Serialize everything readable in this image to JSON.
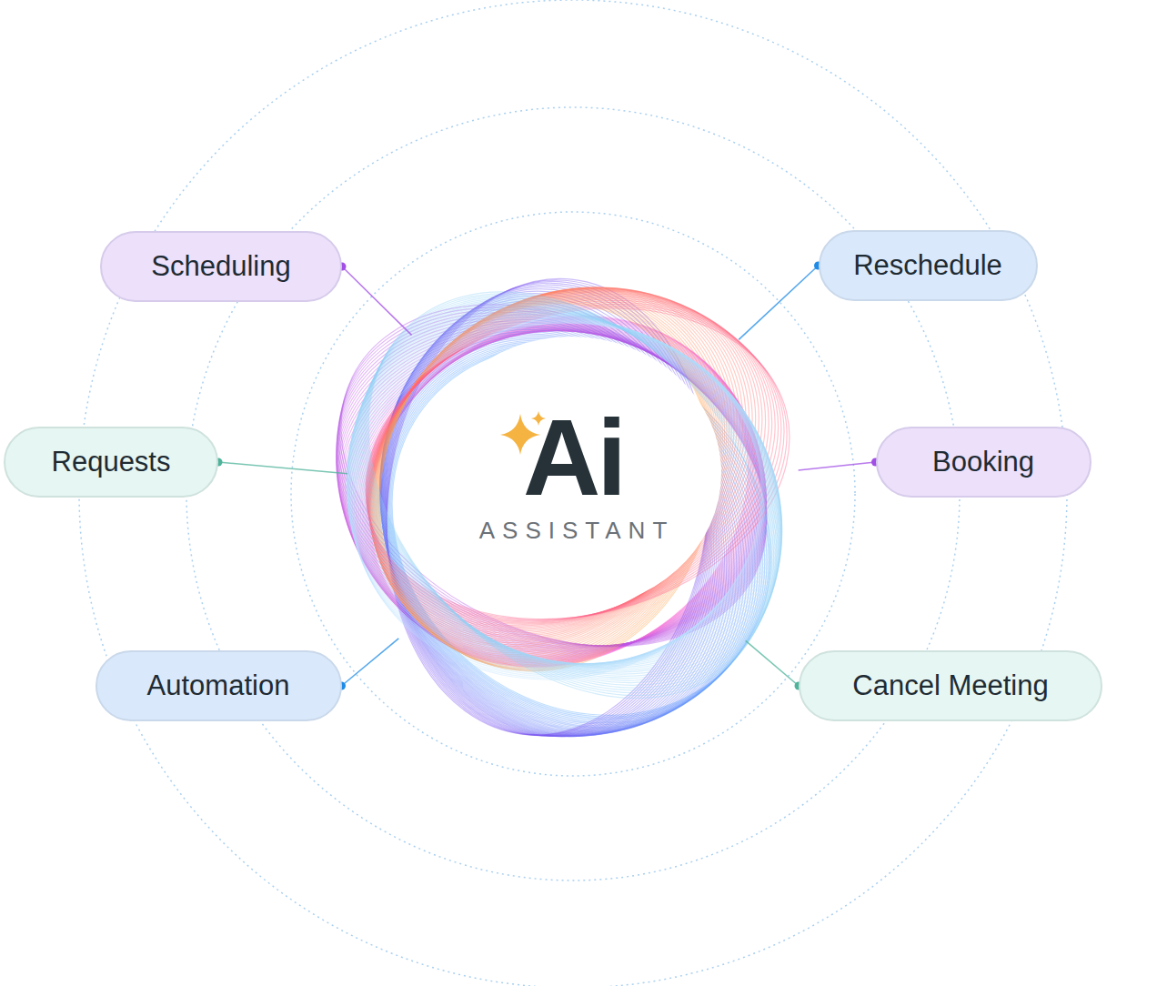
{
  "diagram": {
    "nodes": [
      {
        "text": [
          "Ai",
          "ASSISTANT"
        ]
      },
      {
        "text": [
          "Scheduling"
        ]
      },
      {
        "text": [
          "Reschedule"
        ]
      },
      {
        "text": [
          "Requests"
        ]
      },
      {
        "text": [
          "Booking"
        ]
      },
      {
        "text": [
          "Automation"
        ]
      },
      {
        "text": [
          "Cancel Meeting"
        ]
      }
    ],
    "edges": [
      {
        "from": 1,
        "to": 0,
        "arrow": "none"
      },
      {
        "from": 2,
        "to": 0,
        "arrow": "none"
      },
      {
        "from": 3,
        "to": 0,
        "arrow": "none"
      },
      {
        "from": 4,
        "to": 0,
        "arrow": "none"
      },
      {
        "from": 5,
        "to": 0,
        "arrow": "none"
      },
      {
        "from": 6,
        "to": 0,
        "arrow": "none"
      }
    ]
  }
}
